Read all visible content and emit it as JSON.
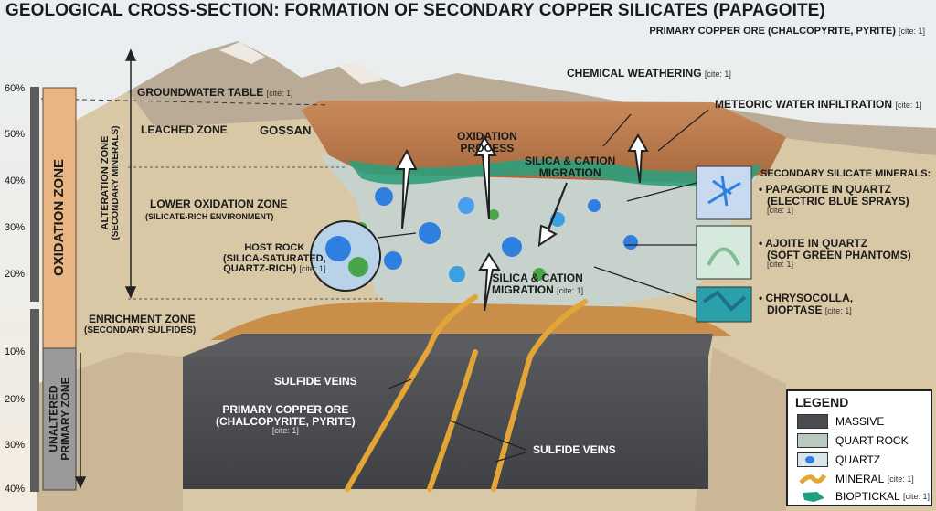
{
  "title": "GEOLOGICAL CROSS-SECTION: FORMATION OF SECONDARY COPPER  SILICATES (PAPAGOITE)",
  "subtitle": {
    "text": "PRIMARY COPPER ORE (CHALCOPYRITE, PYRITE)",
    "cite": "[cite: 1]"
  },
  "axis": {
    "upper_ticks": [
      "60%",
      "50%",
      "40%",
      "30%",
      "20%"
    ],
    "lower_ticks": [
      "10%",
      "20%",
      "30%",
      "40%"
    ],
    "oxidation_zone": "OXIDATION ZONE",
    "unaltered_zone": [
      "UNALTERED",
      "PRIMARY ZONE"
    ],
    "alteration_zone": [
      "ALTERATION ZONE",
      "(SECONDARY MINERALS)"
    ]
  },
  "zones": {
    "groundwater_table": "GROUNDWATER TABLE",
    "groundwater_cite": "[cite: 1]",
    "leached_zone": "LEACHED ZONE",
    "gossan": "GOSSAN",
    "lower_oxidation": "LOWER OXIDATION ZONE",
    "lower_oxidation_sub": "(SILICATE-RICH ENVIRONMENT)",
    "host_rock": [
      "HOST ROCK",
      "(SILICA-SATURATED,",
      "QUARTZ-RICH)"
    ],
    "host_rock_cite": "[cite: 1]",
    "enrichment": "ENRICHMENT ZONE",
    "enrichment_sub": "(SECONDARY SULFIDES)"
  },
  "processes": {
    "chemical_weathering": "CHEMICAL WEATHERING",
    "chemical_weathering_cite": "[cite: 1]",
    "meteoric": "METEORIC WATER INFILTRATION",
    "meteoric_cite": "[cite: 1]",
    "oxidation_process": [
      "OXIDATION",
      "PROCESS"
    ],
    "silica_migration_top": [
      "SILICA & CATION",
      "MIGRATION"
    ],
    "silica_migration_bottom": [
      "SILICA & CATION",
      "MIGRATION"
    ],
    "silica_migration_bottom_cite": "[cite: 1]"
  },
  "minerals": {
    "heading": "SECONDARY SILICATE MINERALS:",
    "papagoite": [
      "PAPAGOITE IN QUARTZ",
      "(ELECTRIC BLUE SPRAYS)"
    ],
    "papagoite_cite": "[cite: 1]",
    "ajoite": [
      "AJOITE IN QUARTZ",
      "(SOFT GREEN PHANTOMS)"
    ],
    "ajoite_cite": "[cite: 1]",
    "chrysocolla": [
      "CHRYSOCOLLA,",
      "DIOPTASE"
    ],
    "chrysocolla_cite": "[cite: 1]"
  },
  "ore": {
    "sulfide_veins_left": "SULFIDE VEINS",
    "primary_ore": [
      "PRIMARY COPPER ORE",
      "(CHALCOPYRITE, PYRITE)"
    ],
    "primary_ore_cite": "[cite: 1]",
    "sulfide_veins_right": "SULFIDE VEINS"
  },
  "legend": {
    "title": "LEGEND",
    "items": [
      {
        "label": "MASSIVE",
        "cite": ""
      },
      {
        "label": "QUART ROCK",
        "cite": ""
      },
      {
        "label": "QUARTZ",
        "cite": ""
      },
      {
        "label": "MINERAL",
        "cite": "[cite: 1]"
      },
      {
        "label": "BIOPTICKAL",
        "cite": "[cite: 1]"
      }
    ]
  },
  "colors": {
    "oxidation_bar": "#e8b583",
    "primary_bar": "#9a9a9a",
    "massive": "#4a4c50",
    "quartz_rock": "#b9c9bf",
    "enrichment": "#c98f4a",
    "papagoite": "#2f7fe0",
    "ajoite": "#9fd6b0",
    "vein": "#e3a535",
    "gossan": "#b5754a"
  }
}
